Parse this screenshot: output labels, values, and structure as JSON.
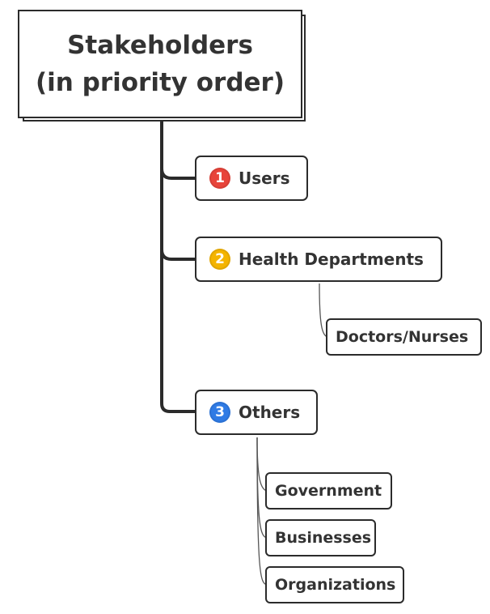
{
  "root": {
    "line1": "Stakeholders",
    "line2": "(in priority order)"
  },
  "stakeholders": [
    {
      "priority": "1",
      "label": "Users",
      "badge_color": "#e8443a"
    },
    {
      "priority": "2",
      "label": "Health Departments",
      "badge_color": "#f4b400",
      "children": [
        "Doctors/Nurses"
      ]
    },
    {
      "priority": "3",
      "label": "Others",
      "badge_color": "#2f7be5",
      "children": [
        "Government",
        "Businesses",
        "Organizations"
      ]
    }
  ],
  "colors": {
    "border": "#2b2b2b",
    "text": "#333333"
  }
}
